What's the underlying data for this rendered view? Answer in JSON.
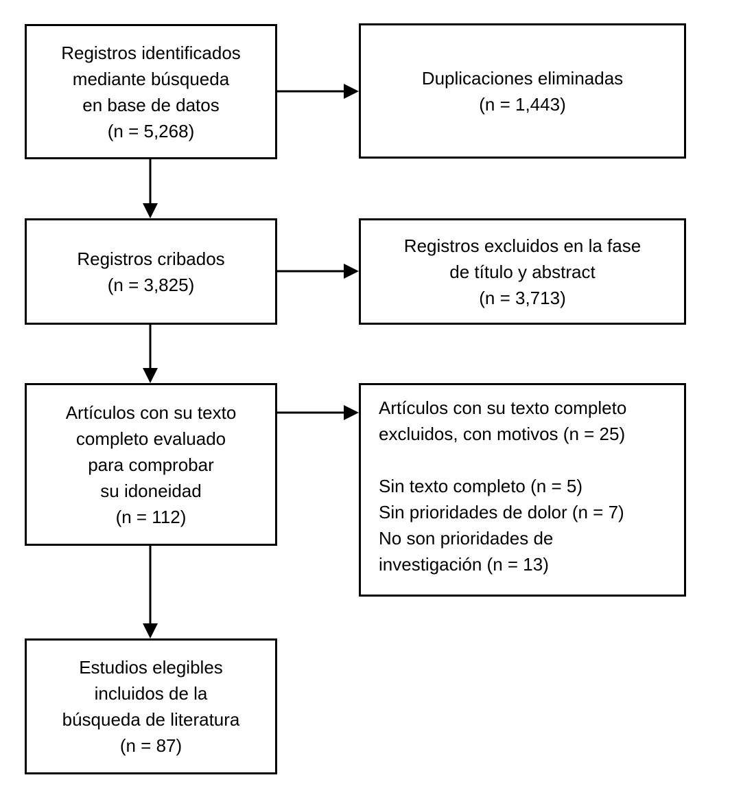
{
  "diagram": {
    "background_color": "#ffffff",
    "stroke_color": "#000000",
    "text_color": "#000000",
    "boxes": {
      "identified": {
        "lines": [
          "Registros identificados",
          "mediante búsqueda",
          "en base de datos",
          "(n = 5,268)"
        ],
        "n": 5268
      },
      "duplicates_removed": {
        "lines": [
          "Duplicaciones eliminadas",
          "(n = 1,443)"
        ],
        "n": 1443
      },
      "screened": {
        "lines": [
          "Registros cribados",
          "(n = 3,825)"
        ],
        "n": 3825
      },
      "excluded_title_abstract": {
        "lines": [
          "Registros excluidos en la fase",
          "de título y abstract",
          "(n = 3,713)"
        ],
        "n": 3713
      },
      "fulltext_assessed": {
        "lines": [
          "Artículos con su texto",
          "completo evaluado",
          "para comprobar",
          "su idoneidad",
          "(n = 112)"
        ],
        "n": 112
      },
      "fulltext_excluded": {
        "lines": [
          "Artículos con su texto completo",
          "excluidos, con motivos (n = 25)",
          "",
          "Sin texto completo (n = 5)",
          "Sin prioridades de dolor (n = 7)",
          "No son prioridades de",
          "investigación (n = 13)"
        ],
        "n": 25
      },
      "included": {
        "lines": [
          "Estudios elegibles",
          "incluidos de la",
          "búsqueda de literatura",
          "(n = 87)"
        ],
        "n": 87
      }
    }
  }
}
